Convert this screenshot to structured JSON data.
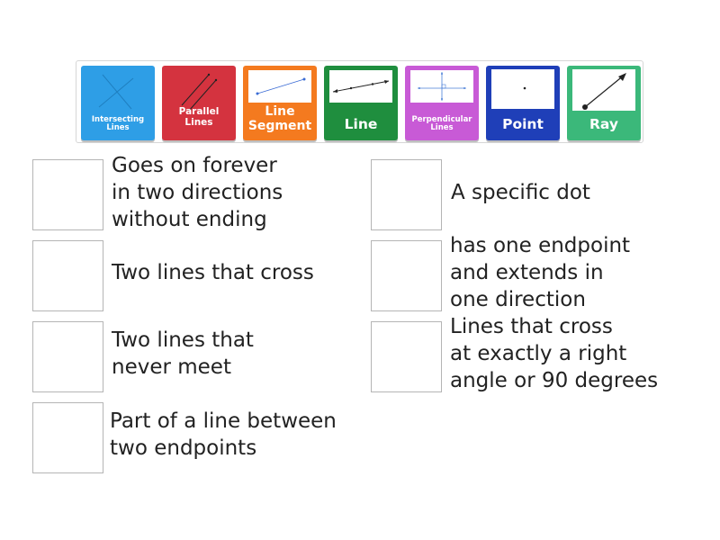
{
  "tiles": [
    {
      "label": "Intersecting\nLines",
      "color": "#2e9ee6",
      "icon": "intersecting-lines-icon"
    },
    {
      "label": "Parallel Lines",
      "color": "#d4333f",
      "icon": "parallel-lines-icon"
    },
    {
      "label": "Line\nSegment",
      "color": "#f47a1f",
      "icon": "line-segment-icon"
    },
    {
      "label": "Line",
      "color": "#1f8e3e",
      "icon": "line-icon"
    },
    {
      "label": "Perpendicular\nLines",
      "color": "#c85ad6",
      "icon": "perpendicular-lines-icon"
    },
    {
      "label": "Point",
      "color": "#1f3fb8",
      "icon": "point-icon"
    },
    {
      "label": "Ray",
      "color": "#3bb87a",
      "icon": "ray-icon"
    }
  ],
  "clues": [
    {
      "text": "Goes on forever\nin two directions\nwithout ending"
    },
    {
      "text": "Two lines that cross"
    },
    {
      "text": "Two lines that\nnever meet"
    },
    {
      "text": "Part of a line between\ntwo endpoints"
    },
    {
      "text": "A specific dot"
    },
    {
      "text": "has one endpoint\nand extends in\none direction"
    },
    {
      "text": "Lines that cross\nat exactly a right\nangle or 90 degrees"
    }
  ]
}
